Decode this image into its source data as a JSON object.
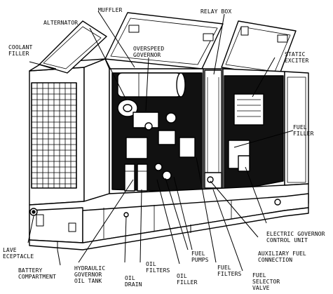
{
  "labels": {
    "muffler": "MUFFLER",
    "relay_box": "RELAY BOX",
    "alternator": "ALTERNATOR",
    "coolant_filler": "COOLANT\nFILLER",
    "overspeed_governor": "OVERSPEED\nGOVERNOR",
    "static_exciter": "STATIC\nEXCITER",
    "fuel_filler_right": "FUEL\nFILLER",
    "electric_governor": "ELECTRIC GOVERNOR\nCONTROL UNIT",
    "auxiliary_fuel": "AUXILIARY FUEL\nCONNECTION",
    "slave_receptacle": "LAVE\nECEPTACLE",
    "battery_compartment": "BATTERY\nCOMPARTMENT",
    "hydraulic_governor": "HYDRAULIC\nGOVERNOR\nOIL TANK",
    "oil_drain": "OIL\nDRAIN",
    "oil_filters": "OIL\nFILTERS",
    "oil_filler": "OIL\nFILLER",
    "fuel_pumps": "FUEL\nPUMPS",
    "fuel_filters": "FUEL\nFILTERS",
    "fuel_selector_valve": "FUEL\nSELECTOR\nVALVE"
  },
  "colors": {
    "ink": "#000000",
    "paper": "#ffffff"
  }
}
